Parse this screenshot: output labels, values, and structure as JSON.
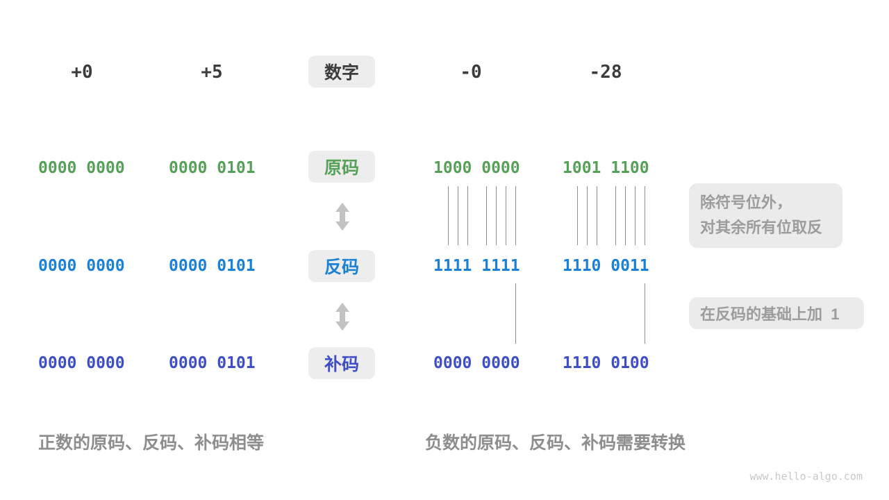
{
  "colors": {
    "background": "#FFFFFF",
    "number": "#3C3C3C",
    "sign_magnitude": "#57A05A",
    "ones_complement": "#1B80D8",
    "twos_complement": "#3D4EC6",
    "box_bg": "#EDEDED",
    "arrow": "#C2C2C2",
    "tick_line": "#8F8F8F",
    "annotation_text": "#9C9C9C",
    "annotation_bg": "#EBEBEB",
    "caption": "#8E8E8E",
    "watermark": "#C8C8C8"
  },
  "header": {
    "label": "数字",
    "values": [
      "+0",
      "+5",
      "-0",
      "-28"
    ]
  },
  "rows": [
    {
      "key": "sign_magnitude",
      "label": "原码",
      "values": [
        "0000 0000",
        "0000 0101",
        "1000 0000",
        "1001 1100"
      ]
    },
    {
      "key": "ones_complement",
      "label": "反码",
      "values": [
        "0000 0000",
        "0000 0101",
        "1111 1111",
        "1110 0011"
      ]
    },
    {
      "key": "twos_complement",
      "label": "补码",
      "values": [
        "0000 0000",
        "0000 0101",
        "0000 0000",
        "1110 0100"
      ]
    }
  ],
  "annotations": {
    "flip_line1": "除符号位外，",
    "flip_line2": "对其余所有位取反",
    "add_one": "在反码的基础上加  1"
  },
  "captions": {
    "positive": "正数的原码、反码、补码相等",
    "negative": "负数的原码、反码、补码需要转换"
  },
  "watermark": "www.hello-algo.com"
}
